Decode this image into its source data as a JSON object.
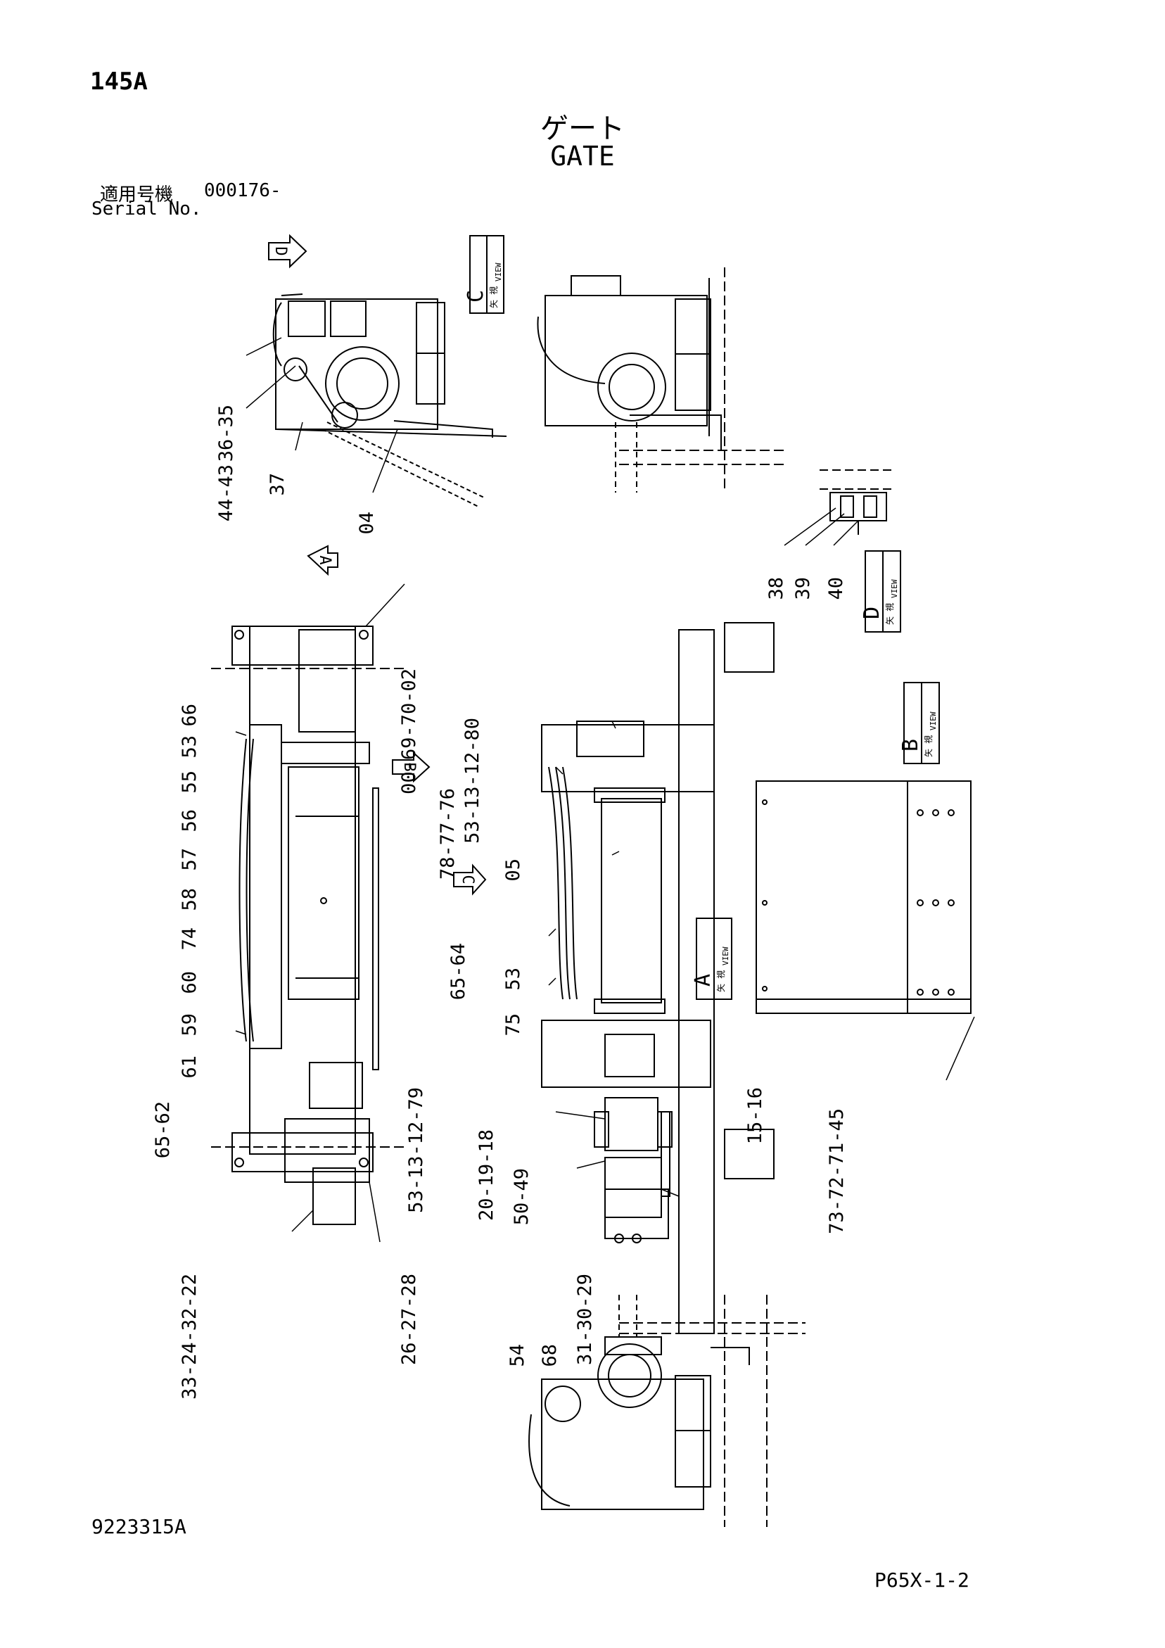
{
  "header": {
    "page_number": "145A",
    "title_ja": "ゲート",
    "title_en": "GATE",
    "serial_label_ja": "適用号機",
    "serial_value": "000176-",
    "serial_label_en": "Serial No."
  },
  "footer": {
    "doc_number": "9223315A",
    "page_code": "P65X-1-2"
  },
  "view_labels": [
    {
      "id": "C",
      "ja": "矢 視",
      "en": "VIEW"
    },
    {
      "id": "D",
      "ja": "矢 視",
      "en": "VIEW"
    },
    {
      "id": "B",
      "ja": "矢 視",
      "en": "VIEW"
    },
    {
      "id": "A",
      "ja": "矢 視",
      "en": "VIEW"
    }
  ],
  "view_arrows": [
    "D",
    "A",
    "B",
    "C"
  ],
  "callouts": {
    "top_left": [
      "36-35",
      "44-43",
      "37",
      "04"
    ],
    "view_d": [
      "38",
      "39",
      "40"
    ],
    "top_right_mid": [
      "00-69-70-02"
    ],
    "left_column": [
      "66",
      "53",
      "55",
      "56",
      "57",
      "58",
      "74",
      "60",
      "59",
      "61",
      "65-62"
    ],
    "left_bottom": [
      "33-24-32-22",
      "26-27-28"
    ],
    "center_top": [
      "53-13-12-80",
      "78-77-76"
    ],
    "center": [
      "05",
      "65-64",
      "53",
      "75"
    ],
    "center_bottom": [
      "53-13-12-79",
      "20-19-18",
      "50-49",
      "31-30-29",
      "15-16"
    ],
    "right": [
      "73-72-71-45"
    ],
    "bottom": [
      "54",
      "68"
    ]
  }
}
